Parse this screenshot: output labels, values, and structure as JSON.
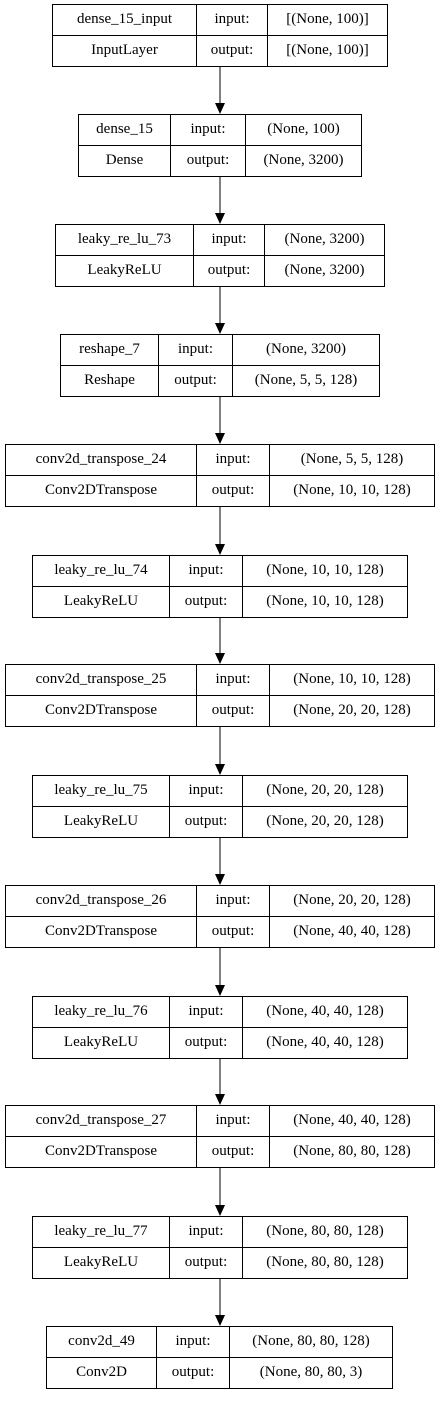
{
  "diagram": {
    "row_labels": {
      "input": "input:",
      "output": "output:"
    },
    "layers": [
      {
        "name": "dense_15_input",
        "type": "InputLayer",
        "input_shape": "[(None, 100)]",
        "output_shape": "[(None, 100)]"
      },
      {
        "name": "dense_15",
        "type": "Dense",
        "input_shape": "(None, 100)",
        "output_shape": "(None, 3200)"
      },
      {
        "name": "leaky_re_lu_73",
        "type": "LeakyReLU",
        "input_shape": "(None, 3200)",
        "output_shape": "(None, 3200)"
      },
      {
        "name": "reshape_7",
        "type": "Reshape",
        "input_shape": "(None, 3200)",
        "output_shape": "(None, 5, 5, 128)"
      },
      {
        "name": "conv2d_transpose_24",
        "type": "Conv2DTranspose",
        "input_shape": "(None, 5, 5, 128)",
        "output_shape": "(None, 10, 10, 128)"
      },
      {
        "name": "leaky_re_lu_74",
        "type": "LeakyReLU",
        "input_shape": "(None, 10, 10, 128)",
        "output_shape": "(None, 10, 10, 128)"
      },
      {
        "name": "conv2d_transpose_25",
        "type": "Conv2DTranspose",
        "input_shape": "(None, 10, 10, 128)",
        "output_shape": "(None, 20, 20, 128)"
      },
      {
        "name": "leaky_re_lu_75",
        "type": "LeakyReLU",
        "input_shape": "(None, 20, 20, 128)",
        "output_shape": "(None, 20, 20, 128)"
      },
      {
        "name": "conv2d_transpose_26",
        "type": "Conv2DTranspose",
        "input_shape": "(None, 20, 20, 128)",
        "output_shape": "(None, 40, 40, 128)"
      },
      {
        "name": "leaky_re_lu_76",
        "type": "LeakyReLU",
        "input_shape": "(None, 40, 40, 128)",
        "output_shape": "(None, 40, 40, 128)"
      },
      {
        "name": "conv2d_transpose_27",
        "type": "Conv2DTranspose",
        "input_shape": "(None, 40, 40, 128)",
        "output_shape": "(None, 80, 80, 128)"
      },
      {
        "name": "leaky_re_lu_77",
        "type": "LeakyReLU",
        "input_shape": "(None, 80, 80, 128)",
        "output_shape": "(None, 80, 80, 128)"
      },
      {
        "name": "conv2d_49",
        "type": "Conv2D",
        "input_shape": "(None, 80, 80, 128)",
        "output_shape": "(None, 80, 80, 3)"
      }
    ]
  }
}
